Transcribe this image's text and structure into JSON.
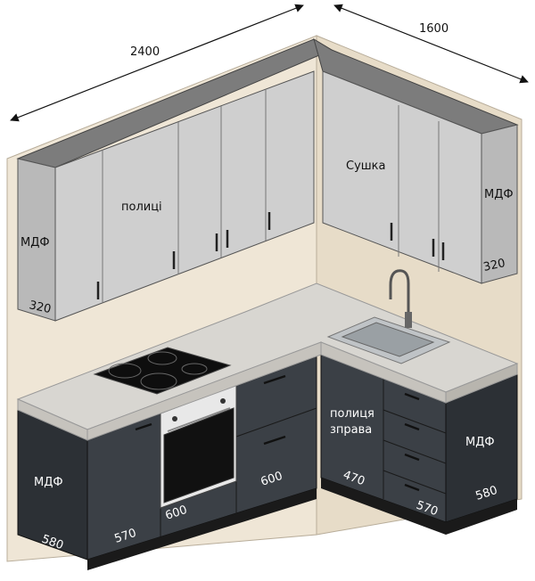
{
  "dimensions": {
    "width_total": "2400",
    "depth_total": "1600"
  },
  "upper_labels": {
    "left_material": "МДФ",
    "shelves": "полиці",
    "dryer": "Сушка",
    "right_material": "МДФ",
    "left_depth": "320",
    "right_depth": "320"
  },
  "lower_labels": {
    "left_material": "МДФ",
    "right_shelf_line1": "полиця",
    "right_shelf_line2": "зправа",
    "right_material": "МДФ",
    "w_580_left": "580",
    "w_570_left": "570",
    "w_600_oven": "600",
    "w_600_drawers": "600",
    "w_470": "470",
    "w_570_right": "570",
    "w_580_right": "580"
  },
  "colors": {
    "wall": "#efe6d6",
    "wall_side": "#e4d8c3",
    "upper_front": "#cfcfcf",
    "upper_side": "#b9b9b9",
    "upper_top": "#7c7c7c",
    "lower_front": "#3b4046",
    "lower_side": "#2c3035",
    "counter": "#d8d6d1",
    "plinth": "#1a1a1a"
  },
  "icons": [
    "dimension-arrow-icon",
    "cooktop-icon",
    "oven-icon",
    "sink-icon",
    "faucet-icon"
  ]
}
